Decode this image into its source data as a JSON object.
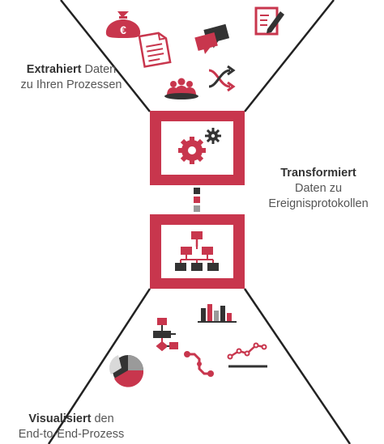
{
  "labels": {
    "extract_bold": "Extrahiert",
    "extract_rest": " Daten",
    "extract_line2": "zu Ihren Prozessen",
    "transform_bold": "Transformiert",
    "transform_line2": "Daten zu",
    "transform_line3": "Ereignisprotokollen",
    "visual_bold": "Visualisiert",
    "visual_rest": " den",
    "visual_line2": "End-to-End-Prozess",
    "euro_symbol": "€"
  },
  "colors": {
    "accent": "#c8364d",
    "dark": "#333333",
    "gray": "#9a9a9a",
    "light": "#d9d9d9"
  },
  "icons": [
    "money-bag-icon",
    "document-icon",
    "chat-icon",
    "edit-form-icon",
    "people-icon",
    "shuffle-icon",
    "gears-icon",
    "org-chart-icon",
    "bar-chart-icon",
    "flowchart-icon",
    "pie-chart-icon",
    "process-path-icon",
    "line-chart-icon"
  ]
}
